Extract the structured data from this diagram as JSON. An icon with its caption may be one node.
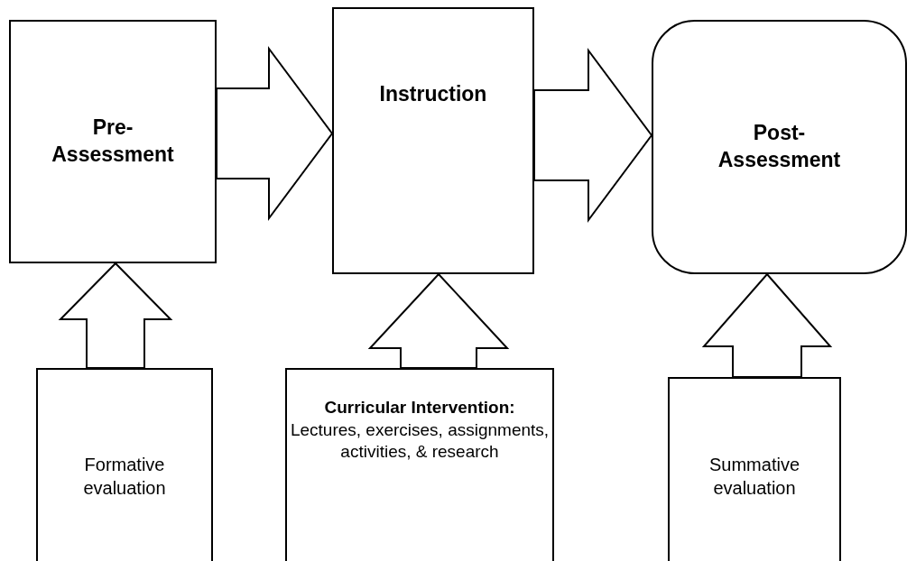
{
  "diagram": {
    "nodes": [
      {
        "text": [
          "Pre- Assessment"
        ]
      },
      {
        "text": [
          "Instruction"
        ]
      },
      {
        "text": [
          "Post- Assessment"
        ]
      },
      {
        "text": [
          "Formative evaluation"
        ]
      },
      {
        "text": [
          "Curricular Intervention:",
          "Lectures, exercises, assignments, activities, & research"
        ]
      },
      {
        "text": [
          "Summative evaluation"
        ]
      }
    ],
    "edges": [
      {
        "from": 0,
        "to": 1,
        "arrow": "to"
      },
      {
        "from": 1,
        "to": 2,
        "arrow": "to"
      },
      {
        "from": 3,
        "to": 0,
        "arrow": "to"
      },
      {
        "from": 4,
        "to": 1,
        "arrow": "to"
      },
      {
        "from": 5,
        "to": 2,
        "arrow": "to"
      }
    ]
  }
}
